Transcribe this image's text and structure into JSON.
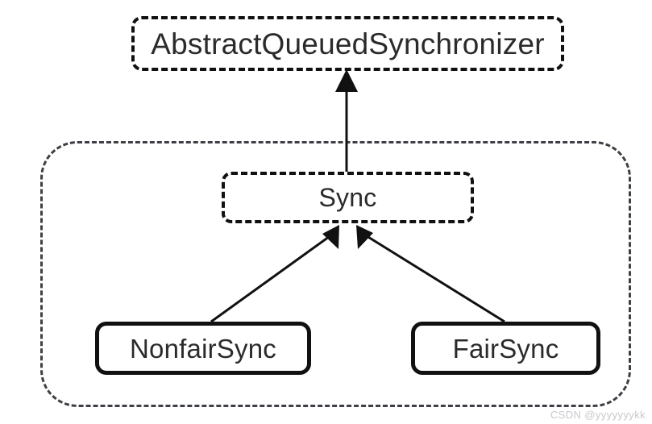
{
  "diagram": {
    "title": "AbstractQueuedSynchronizer class hierarchy",
    "background_color": "#ffffff",
    "stroke_color": "#111111",
    "group_stroke_color": "#3f3f46",
    "text_color": "#2b2b2b"
  },
  "nodes": {
    "aqs": {
      "label": "AbstractQueuedSynchronizer",
      "border_style": "dashed",
      "shape": "rounded-rectangle"
    },
    "sync": {
      "label": "Sync",
      "border_style": "dashed",
      "shape": "rounded-rectangle"
    },
    "nonfair_sync": {
      "label": "NonfairSync",
      "border_style": "solid",
      "shape": "rounded-rectangle"
    },
    "fair_sync": {
      "label": "FairSync",
      "border_style": "solid",
      "shape": "rounded-rectangle"
    }
  },
  "group": {
    "label": "",
    "border_style": "dashed"
  },
  "edges": [
    {
      "from": "sync",
      "to": "aqs",
      "type": "inheritance",
      "arrowhead": "filled-triangle"
    },
    {
      "from": "nonfair_sync",
      "to": "sync",
      "type": "inheritance",
      "arrowhead": "filled-triangle"
    },
    {
      "from": "fair_sync",
      "to": "sync",
      "type": "inheritance",
      "arrowhead": "filled-triangle"
    }
  ],
  "watermark": {
    "text": "CSDN @yyyyyyykk"
  }
}
